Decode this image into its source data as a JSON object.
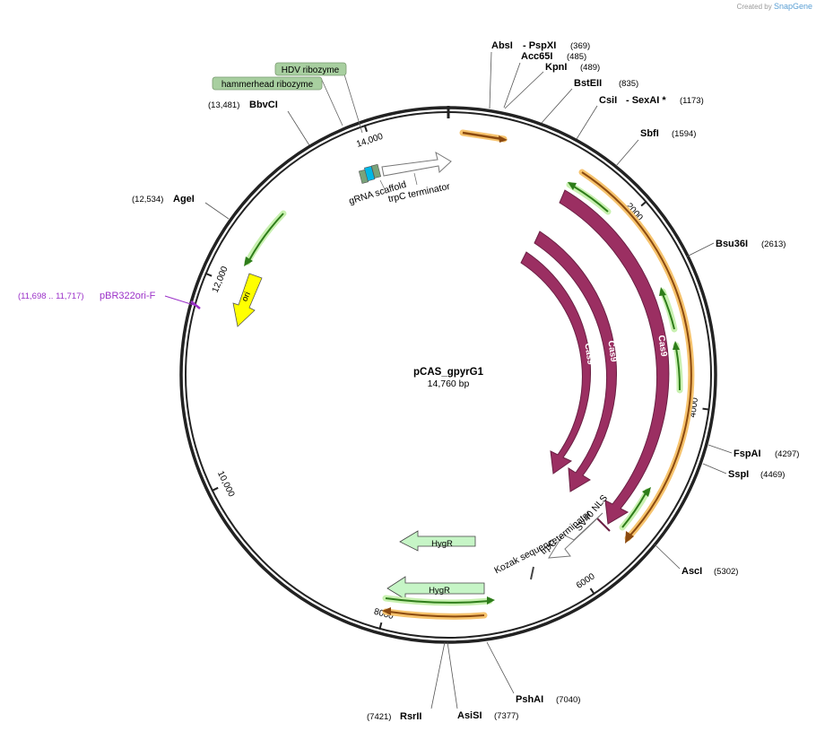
{
  "credit": {
    "prefix": "Created by",
    "brand": "SnapGene"
  },
  "plasmid": {
    "name": "pCAS_gpyrG1",
    "length_label": "14,760 bp",
    "length": 14760
  },
  "ticks": [
    {
      "label": "2000",
      "bp": 2000
    },
    {
      "label": "4000",
      "bp": 4000
    },
    {
      "label": "6000",
      "bp": 6000
    },
    {
      "label": "8000",
      "bp": 8000
    },
    {
      "label": "10,000",
      "bp": 10000
    },
    {
      "label": "12,000",
      "bp": 12000
    },
    {
      "label": "14,000",
      "bp": 14000
    }
  ],
  "sites": [
    {
      "name": "AbsI",
      "extra": "- PspXI",
      "pos": "(369)"
    },
    {
      "name": "Acc65I",
      "pos": "(485)"
    },
    {
      "name": "KpnI",
      "pos": "(489)"
    },
    {
      "name": "BstEII",
      "pos": "(835)"
    },
    {
      "name": "CsiI",
      "extra": "- SexAI *",
      "pos": "(1173)"
    },
    {
      "name": "SbfI",
      "pos": "(1594)"
    },
    {
      "name": "Bsu36I",
      "pos": "(2613)"
    },
    {
      "name": "FspAI",
      "pos": "(4297)"
    },
    {
      "name": "SspI",
      "pos": "(4469)"
    },
    {
      "name": "AscI",
      "pos": "(5302)"
    },
    {
      "name": "PshAI",
      "pos": "(7040)"
    },
    {
      "name": "AsiSI",
      "pos": "(7377)"
    },
    {
      "name": "RsrII",
      "pos": "(7421)"
    },
    {
      "name": "AgeI",
      "pos": "(12,534)"
    },
    {
      "name": "BbvCI",
      "pos": "(13,481)"
    }
  ],
  "primer": {
    "name": "pBR322ori-F",
    "range": "(11,698 .. 11,717)"
  },
  "features": {
    "hdv": "HDV ribozyme",
    "hammerhead": "hammerhead ribozyme",
    "grna": "gRNA scaffold",
    "trpc_top": "trpC terminator",
    "cas9": [
      "Cas9",
      "Cas9",
      "Cas9"
    ],
    "ori": "ori",
    "hygr": [
      "HygR",
      "HygR"
    ],
    "trpc_bottom": "trpC terminator",
    "sv40": "SV40 NLS",
    "kozak": "Kozak sequence"
  },
  "colors": {
    "backbone": "#222222",
    "cas9": "#9b2f62",
    "ori": "#ffff00",
    "hygr": "#c6f5c6",
    "ribozyme": "#a8cfa0",
    "primer": "#9b30c8",
    "orange_glow": "#f6c36d",
    "green_arrow": "#3aa53a"
  }
}
